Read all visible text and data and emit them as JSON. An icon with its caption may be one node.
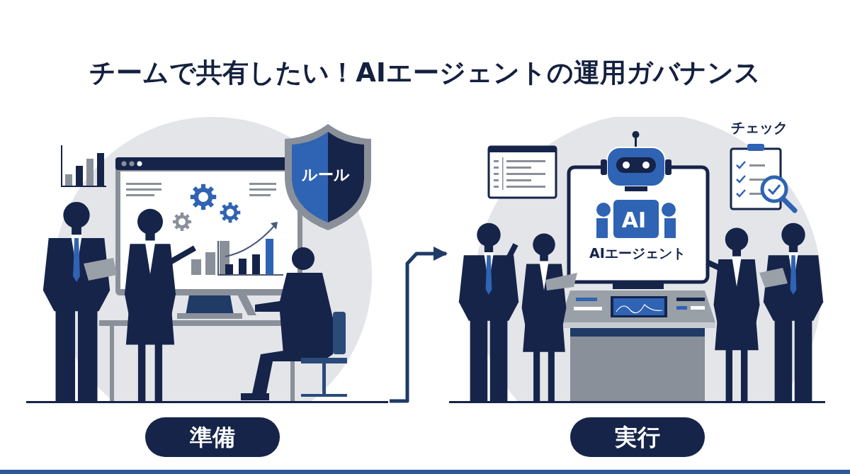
{
  "diagram": {
    "title": "チームで共有したい！AIエージェントの運用ガバナンス",
    "nodes": [
      {
        "text": [],
        "shape": "picture"
      },
      {
        "text": [],
        "shape": "picture"
      }
    ],
    "edges": [
      {
        "from": 0,
        "to": 1,
        "arrow": "to"
      }
    ],
    "labels": [
      "ルール",
      "チェック",
      "AI",
      "AIエージェント",
      "準備",
      "実行"
    ]
  }
}
